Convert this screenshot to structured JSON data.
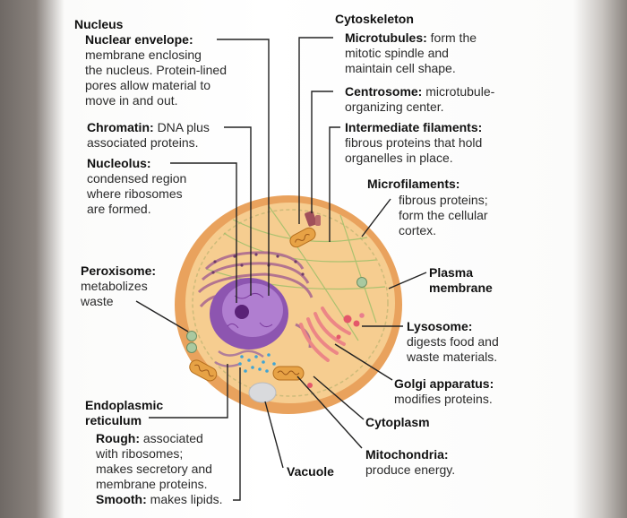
{
  "nucleus": {
    "heading": "Nucleus",
    "envelope_term": "Nuclear envelope:",
    "envelope_desc": [
      "membrane enclosing",
      "the nucleus. Protein-lined",
      "pores allow material to",
      "move in and out."
    ],
    "chromatin_term": "Chromatin:",
    "chromatin_desc_first": "DNA plus",
    "chromatin_desc": [
      "associated proteins."
    ],
    "nucleolus_term": "Nucleolus:",
    "nucleolus_desc": [
      "condensed region",
      "where ribosomes",
      "are formed."
    ]
  },
  "cytoskeleton": {
    "heading": "Cytoskeleton",
    "microtubules_term": "Microtubules:",
    "microtubules_desc_first": "form the",
    "microtubules_desc": [
      "mitotic spindle and",
      "maintain cell shape."
    ],
    "centrosome_term": "Centrosome:",
    "centrosome_desc_first": "microtubule-",
    "centrosome_desc": [
      "organizing center."
    ],
    "intermediate_term": "Intermediate filaments:",
    "intermediate_desc": [
      "fibrous proteins that hold",
      "organelles in place."
    ],
    "microfilaments_term": "Microfilaments:",
    "microfilaments_desc": [
      "fibrous proteins;",
      "form the cellular",
      "cortex."
    ]
  },
  "peroxisome": {
    "term": "Peroxisome:",
    "desc": [
      "metabolizes",
      "waste"
    ]
  },
  "plasma_membrane": {
    "lines": [
      "Plasma",
      "membrane"
    ]
  },
  "lysosome": {
    "term": "Lysosome:",
    "desc": [
      "digests food and",
      "waste materials."
    ]
  },
  "golgi": {
    "term": "Golgi apparatus:",
    "desc": [
      "modifies proteins."
    ]
  },
  "cytoplasm": {
    "term": "Cytoplasm"
  },
  "mitochondria": {
    "term": "Mitochondria:",
    "desc": [
      "produce energy."
    ]
  },
  "vacuole": {
    "term": "Vacuole"
  },
  "er": {
    "term_lines": [
      "Endoplasmic",
      "reticulum"
    ],
    "rough_term": "Rough:",
    "rough_desc_first": "associated",
    "rough_desc": [
      "with ribosomes;",
      "makes secretory and",
      "membrane proteins."
    ],
    "smooth_term": "Smooth:",
    "smooth_desc_first": "makes lipids."
  },
  "colors": {
    "cytoplasm": "#f4c88a",
    "membrane": "#e7a45f",
    "nucleus": "#9a62b8",
    "nucleolus": "#5d2a7a",
    "er_rough": "#a56a8a",
    "mitochondria": "#e39b3c",
    "golgi": "#ef8a8a",
    "lysosome": "#e9566b",
    "peroxisome": "#8fb47a",
    "leader": "#222222"
  }
}
